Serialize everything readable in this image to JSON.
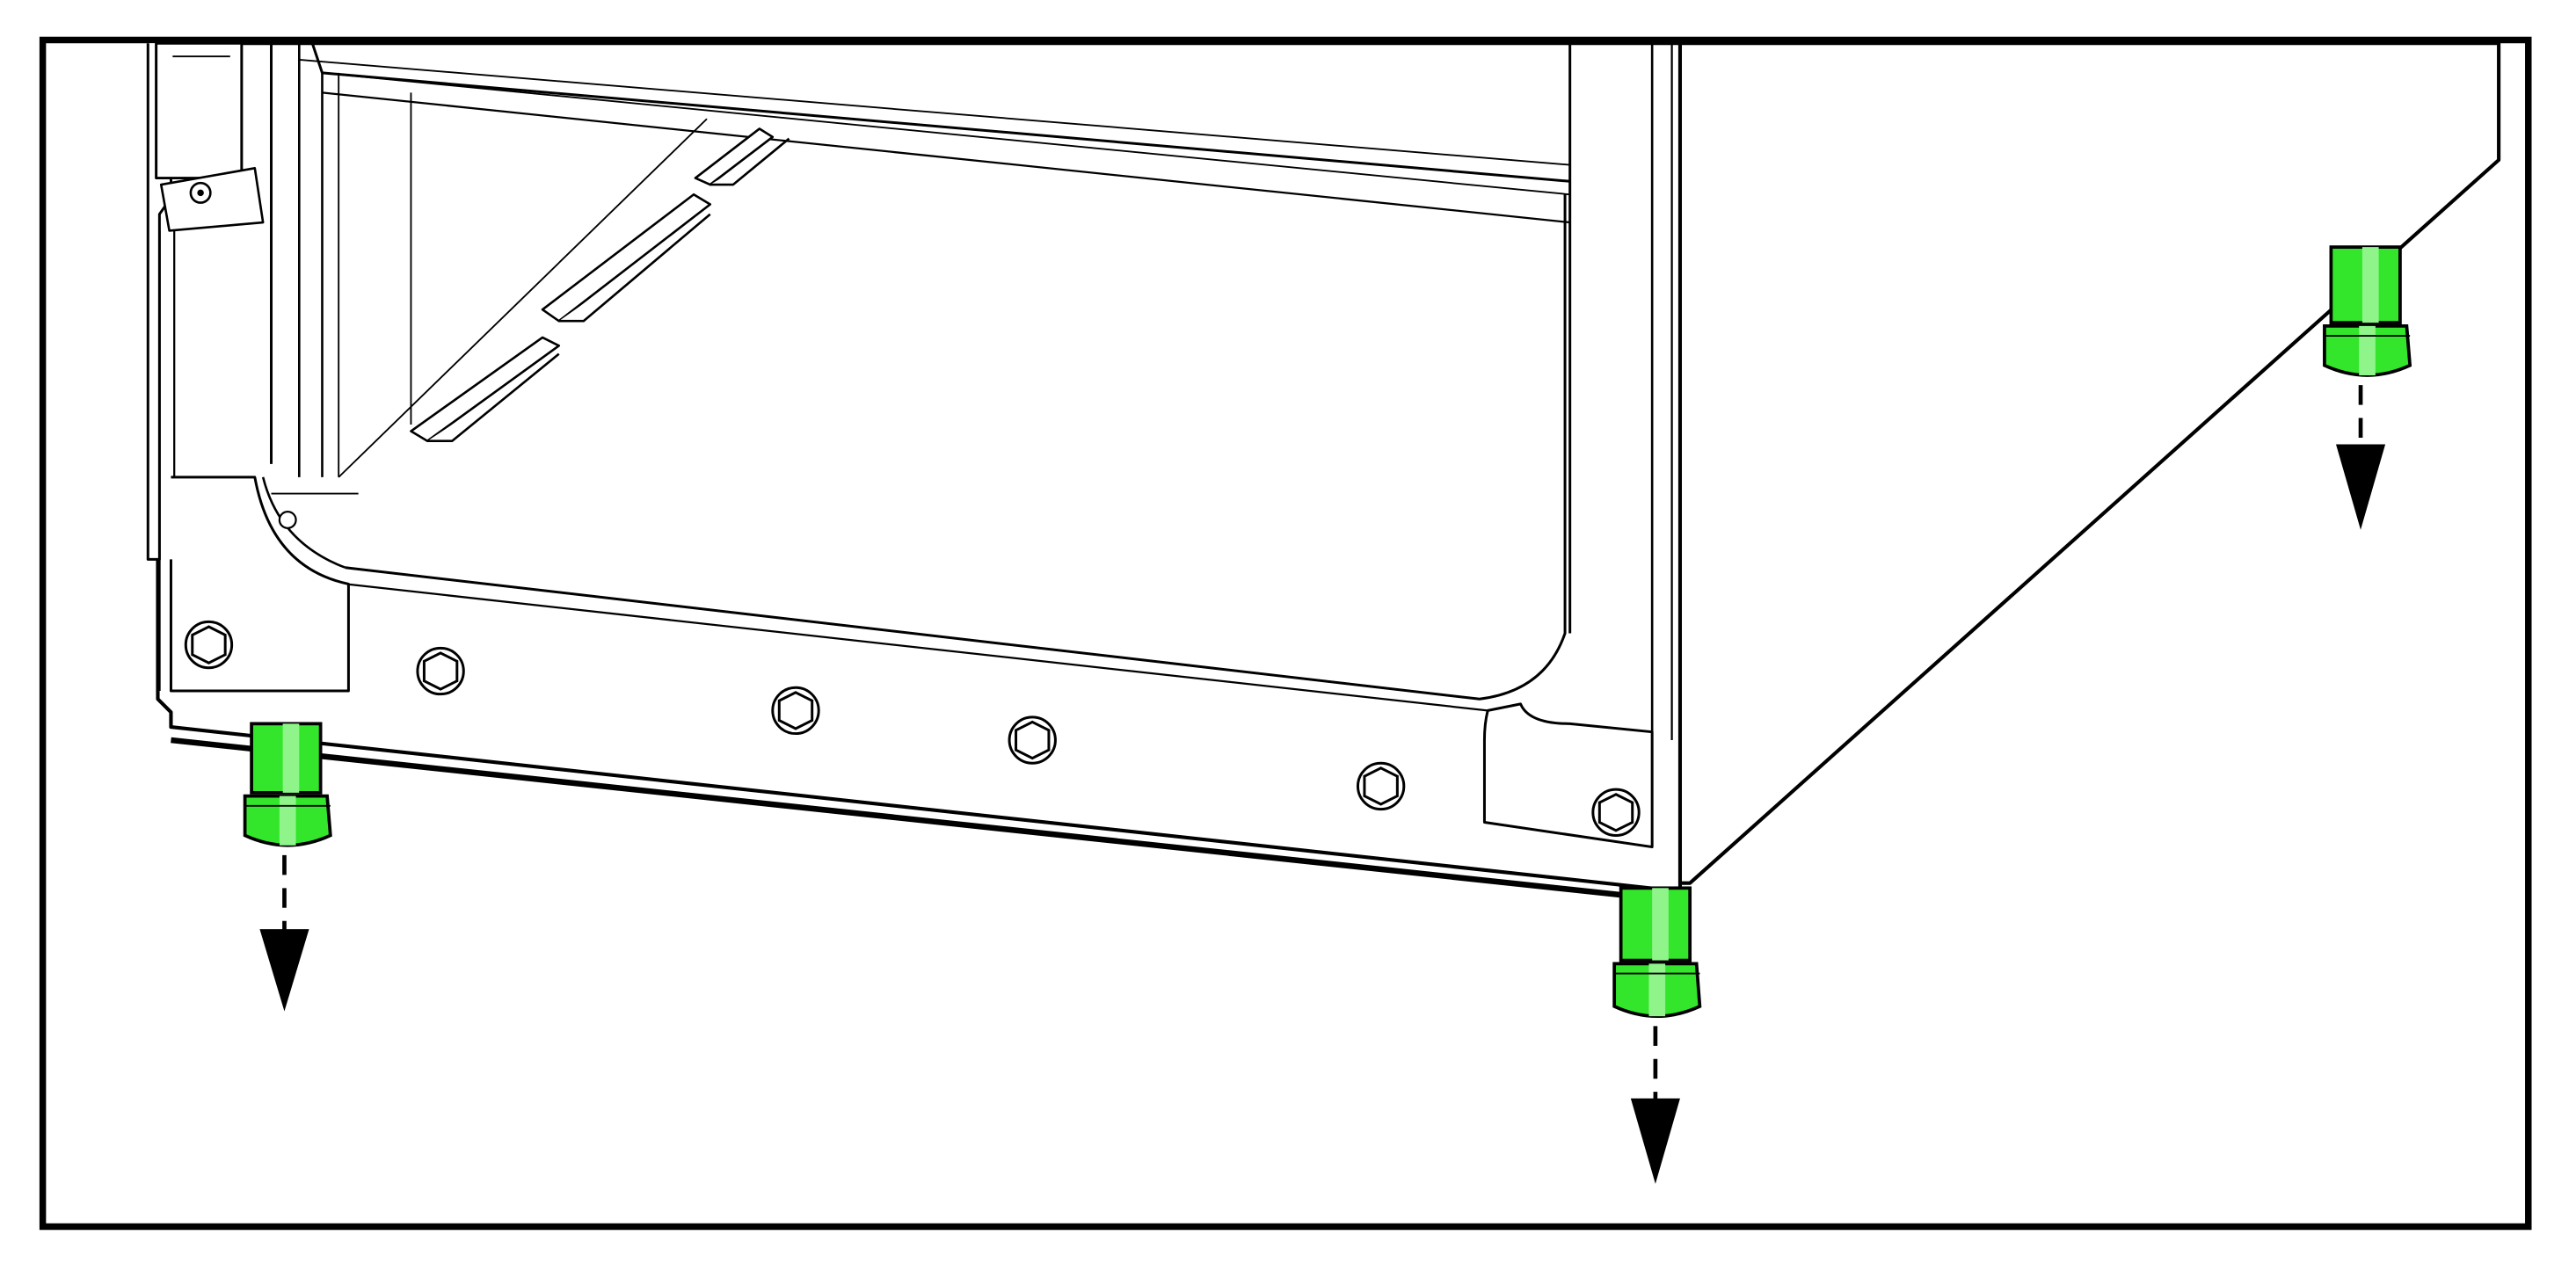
{
  "figure": {
    "kind": "technical-illustration",
    "subject": "cabinet-base-with-adjustable-leveling-feet",
    "callouts": [],
    "leveling_feet_count": 3,
    "bolt_count": 7,
    "arrow_count": 3,
    "arrow_direction": "down",
    "colors": {
      "outline": "#000000",
      "panel": "#ffffff",
      "foot_highlight": "#33e52b",
      "foot_shadow": "#1fae1a",
      "foot_light": "#8ff58a"
    }
  }
}
